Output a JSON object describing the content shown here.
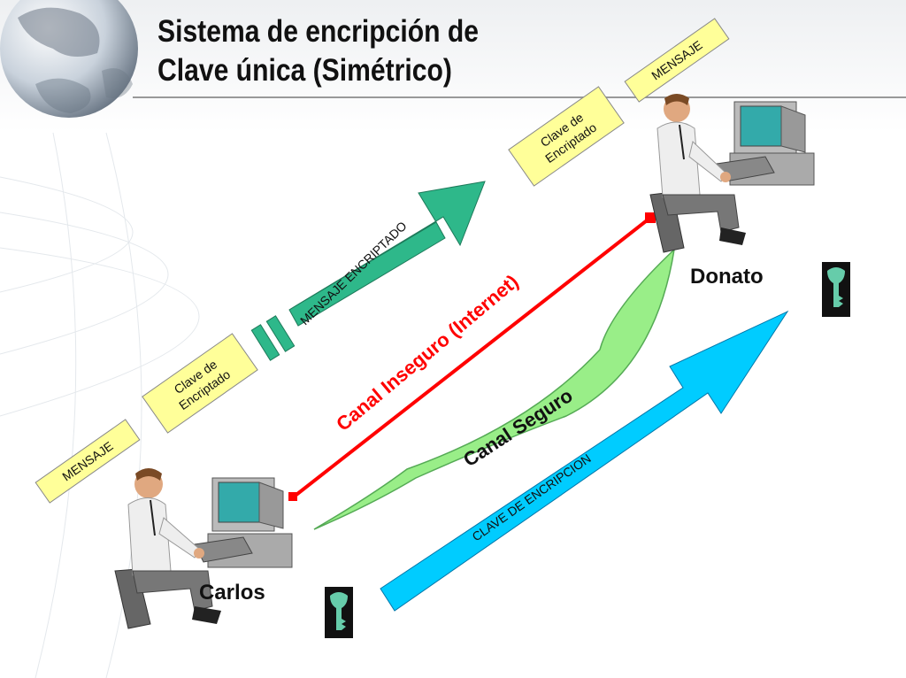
{
  "title": {
    "line1": "Sistema de encripción de",
    "line2": "Clave única (Simétrico)"
  },
  "people": {
    "sender": "Carlos",
    "receiver": "Donato"
  },
  "labels": {
    "mensaje_sender": "MENSAJE",
    "clave_sender_1": "Clave de",
    "clave_sender_2": "Encriptado",
    "mensaje_encriptado": "MENSAJE ENCRIPTADO",
    "canal_inseguro": "Canal Inseguro (Internet)",
    "canal_seguro": "Canal Seguro",
    "clave_encripcion": "CLAVE DE ENCRIPCION",
    "clave_receiver_1": "Clave de",
    "clave_receiver_2": "Encriptado",
    "mensaje_receiver": "MENSAJE"
  },
  "colors": {
    "yellow_box": "#ffff99",
    "teal_arrow": "#2eb88a",
    "cyan_arrow": "#00ccff",
    "insecure_line": "#ff0000",
    "secure_channel": "#99ee88",
    "key": "#66ccaa",
    "monitor_screen": "#33aaaa"
  },
  "icons": [
    "globe-icon",
    "computer-user-icon",
    "key-icon"
  ]
}
